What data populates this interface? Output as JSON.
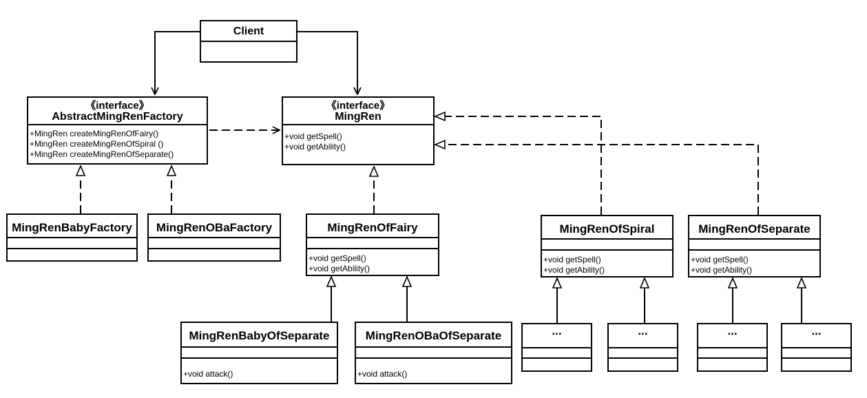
{
  "classes": {
    "client": {
      "name": "Client"
    },
    "factory": {
      "stereotype": "《interface》",
      "name": "AbstractMingRenFactory",
      "methods": [
        "+MingRen createMingRenOfFairy()",
        "+MingRen createMingRenOfSpiral ()",
        "+MingRen createMingRenOfSeparate()"
      ]
    },
    "mingren": {
      "stereotype": "《interface》",
      "name": "MingRen",
      "methods": [
        "+void getSpell()",
        "+void getAbility()"
      ]
    },
    "baby_factory": {
      "name": "MingRenBabyFactory"
    },
    "oba_factory": {
      "name": "MingRenOBaFactory"
    },
    "fairy": {
      "name": "MingRenOfFairy",
      "methods": [
        "+void getSpell()",
        "+void getAbility()"
      ]
    },
    "spiral": {
      "name": "MingRenOfSpiral",
      "methods": [
        "+void getSpell()",
        "+void getAbility()"
      ]
    },
    "separate": {
      "name": "MingRenOfSeparate",
      "methods": [
        "+void getSpell()",
        "+void getAbility()"
      ]
    },
    "baby_separate": {
      "name": "MingRenBabyOfSeparate",
      "methods": [
        "+void attack()"
      ]
    },
    "oba_separate": {
      "name": "MingRenOBaOfSeparate",
      "methods": [
        "+void attack()"
      ]
    },
    "ellipsis_1": {
      "name": "..."
    },
    "ellipsis_2": {
      "name": "..."
    },
    "ellipsis_3": {
      "name": "..."
    },
    "ellipsis_4": {
      "name": "..."
    }
  },
  "relations": [
    {
      "from": "client",
      "to": "factory",
      "type": "association"
    },
    {
      "from": "client",
      "to": "mingren",
      "type": "association"
    },
    {
      "from": "factory",
      "to": "mingren",
      "type": "dependency"
    },
    {
      "from": "baby_factory",
      "to": "factory",
      "type": "realization"
    },
    {
      "from": "oba_factory",
      "to": "factory",
      "type": "realization"
    },
    {
      "from": "fairy",
      "to": "mingren",
      "type": "realization"
    },
    {
      "from": "spiral",
      "to": "mingren",
      "type": "realization"
    },
    {
      "from": "separate",
      "to": "mingren",
      "type": "realization"
    },
    {
      "from": "baby_separate",
      "to": "fairy",
      "type": "generalization"
    },
    {
      "from": "oba_separate",
      "to": "fairy",
      "type": "generalization"
    },
    {
      "from": "ellipsis_1",
      "to": "spiral",
      "type": "generalization"
    },
    {
      "from": "ellipsis_2",
      "to": "spiral",
      "type": "generalization"
    },
    {
      "from": "ellipsis_3",
      "to": "separate",
      "type": "generalization"
    },
    {
      "from": "ellipsis_4",
      "to": "separate",
      "type": "generalization"
    }
  ]
}
